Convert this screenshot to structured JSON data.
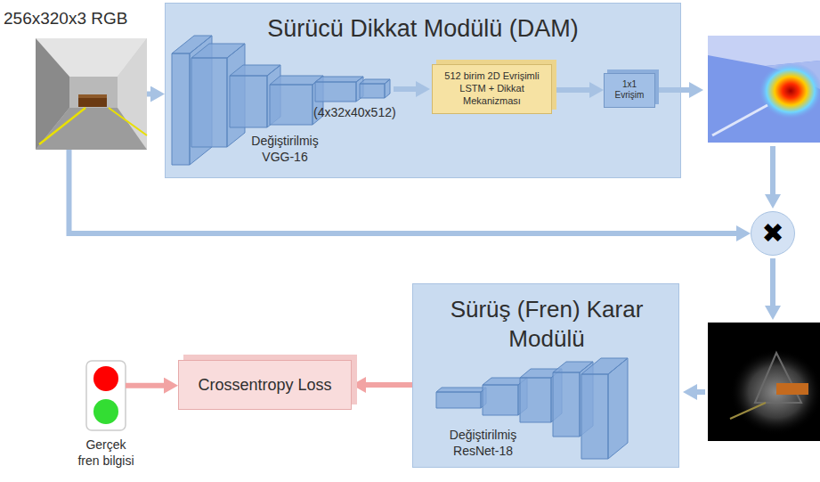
{
  "diagram": {
    "nodes": [
      {
        "text": [
          "256x320x3 RGB"
        ]
      },
      {
        "text": [
          "Sürücü Dikkat Modülü (DAM)"
        ]
      },
      {
        "text": [
          "512 birim 2D Evrişimli LSTM + Dikkat Mekanizması"
        ],
        "in": 1
      },
      {
        "text": [
          "1x1 Evrişim"
        ],
        "in": 1
      },
      {
        "text": [
          "✖"
        ]
      },
      {
        "text": [
          "Sürüş (Fren) Karar Modülü"
        ]
      },
      {
        "text": [
          "Crossentropy Loss"
        ]
      },
      {
        "text": [
          "Gerçek fren bilgisi"
        ]
      }
    ],
    "edges": [
      {
        "from": 0,
        "to": 1,
        "arrow": "to"
      },
      {
        "from": 2,
        "to": 3,
        "arrow": "to"
      },
      {
        "from": 0,
        "to": 4,
        "arrow": "to"
      },
      {
        "from": 5,
        "to": 6,
        "arrow": "to"
      },
      {
        "from": 7,
        "to": 6,
        "arrow": "to"
      }
    ],
    "labels": [
      "Değiştirilmiş VGG-16",
      "(4x32x40x512)",
      "Değiştirilmiş ResNet-18"
    ]
  }
}
